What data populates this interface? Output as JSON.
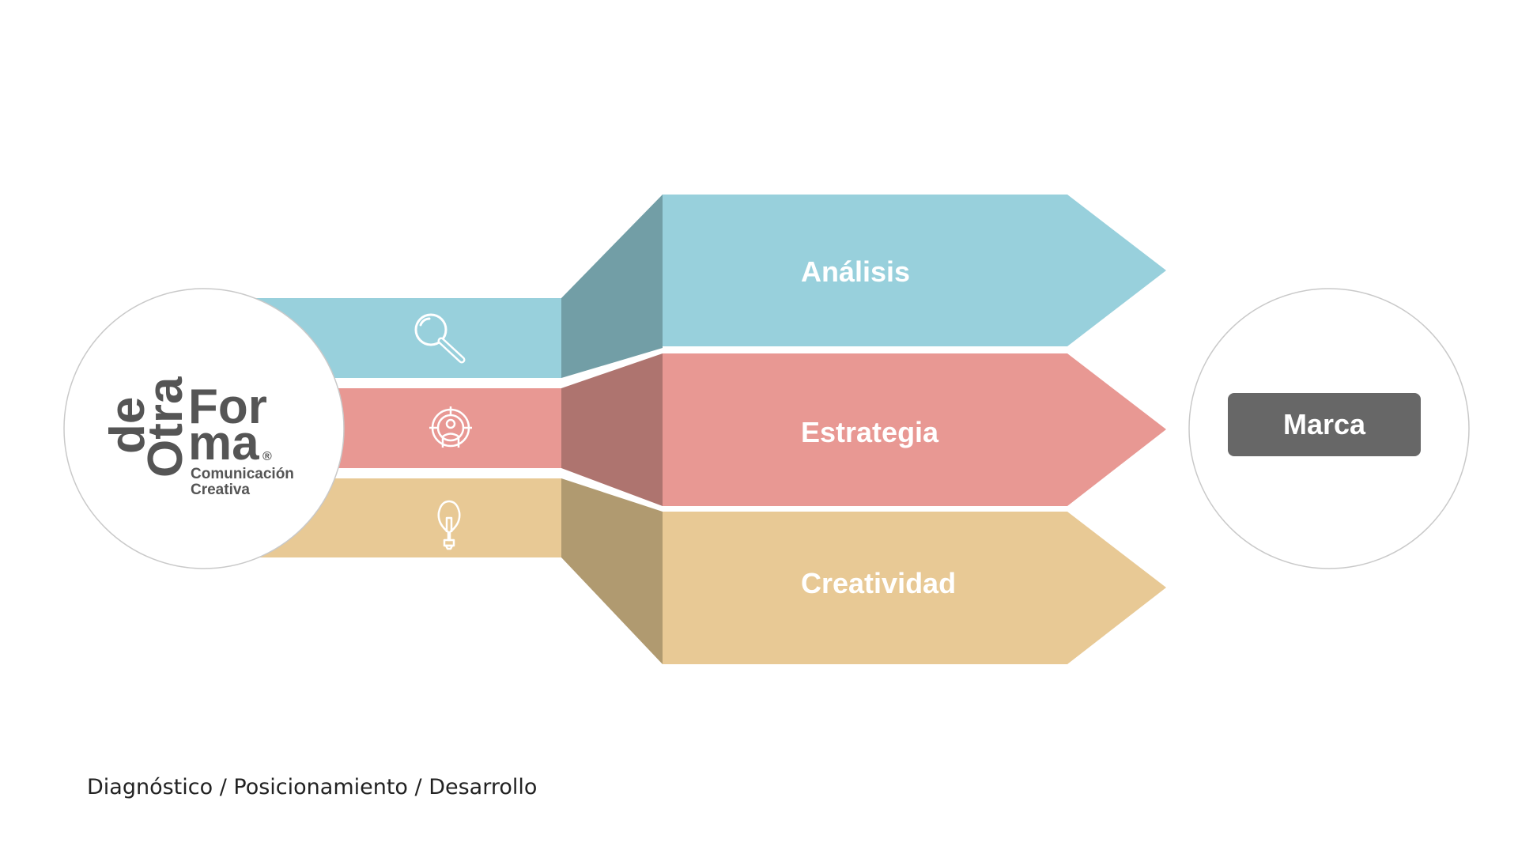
{
  "logo": {
    "word_de": "de",
    "word_otra": "Otra",
    "word_for": "For",
    "word_ma": "ma",
    "registered_mark": "®",
    "tagline_line1": "Comunicación",
    "tagline_line2": "Creativa"
  },
  "stages": [
    {
      "label": "Análisis",
      "icon": "magnifier-icon",
      "color": "#98d0dc",
      "shade": "#729ea6"
    },
    {
      "label": "Estrategia",
      "icon": "target-person-icon",
      "color": "#e89893",
      "shade": "#ae746f"
    },
    {
      "label": "Creatividad",
      "icon": "lightbulb-icon",
      "color": "#e8c995",
      "shade": "#b09a70"
    }
  ],
  "result": {
    "label": "Marca",
    "color": "#676767"
  },
  "caption": "Diagnóstico / Posicionamiento / Desarrollo"
}
